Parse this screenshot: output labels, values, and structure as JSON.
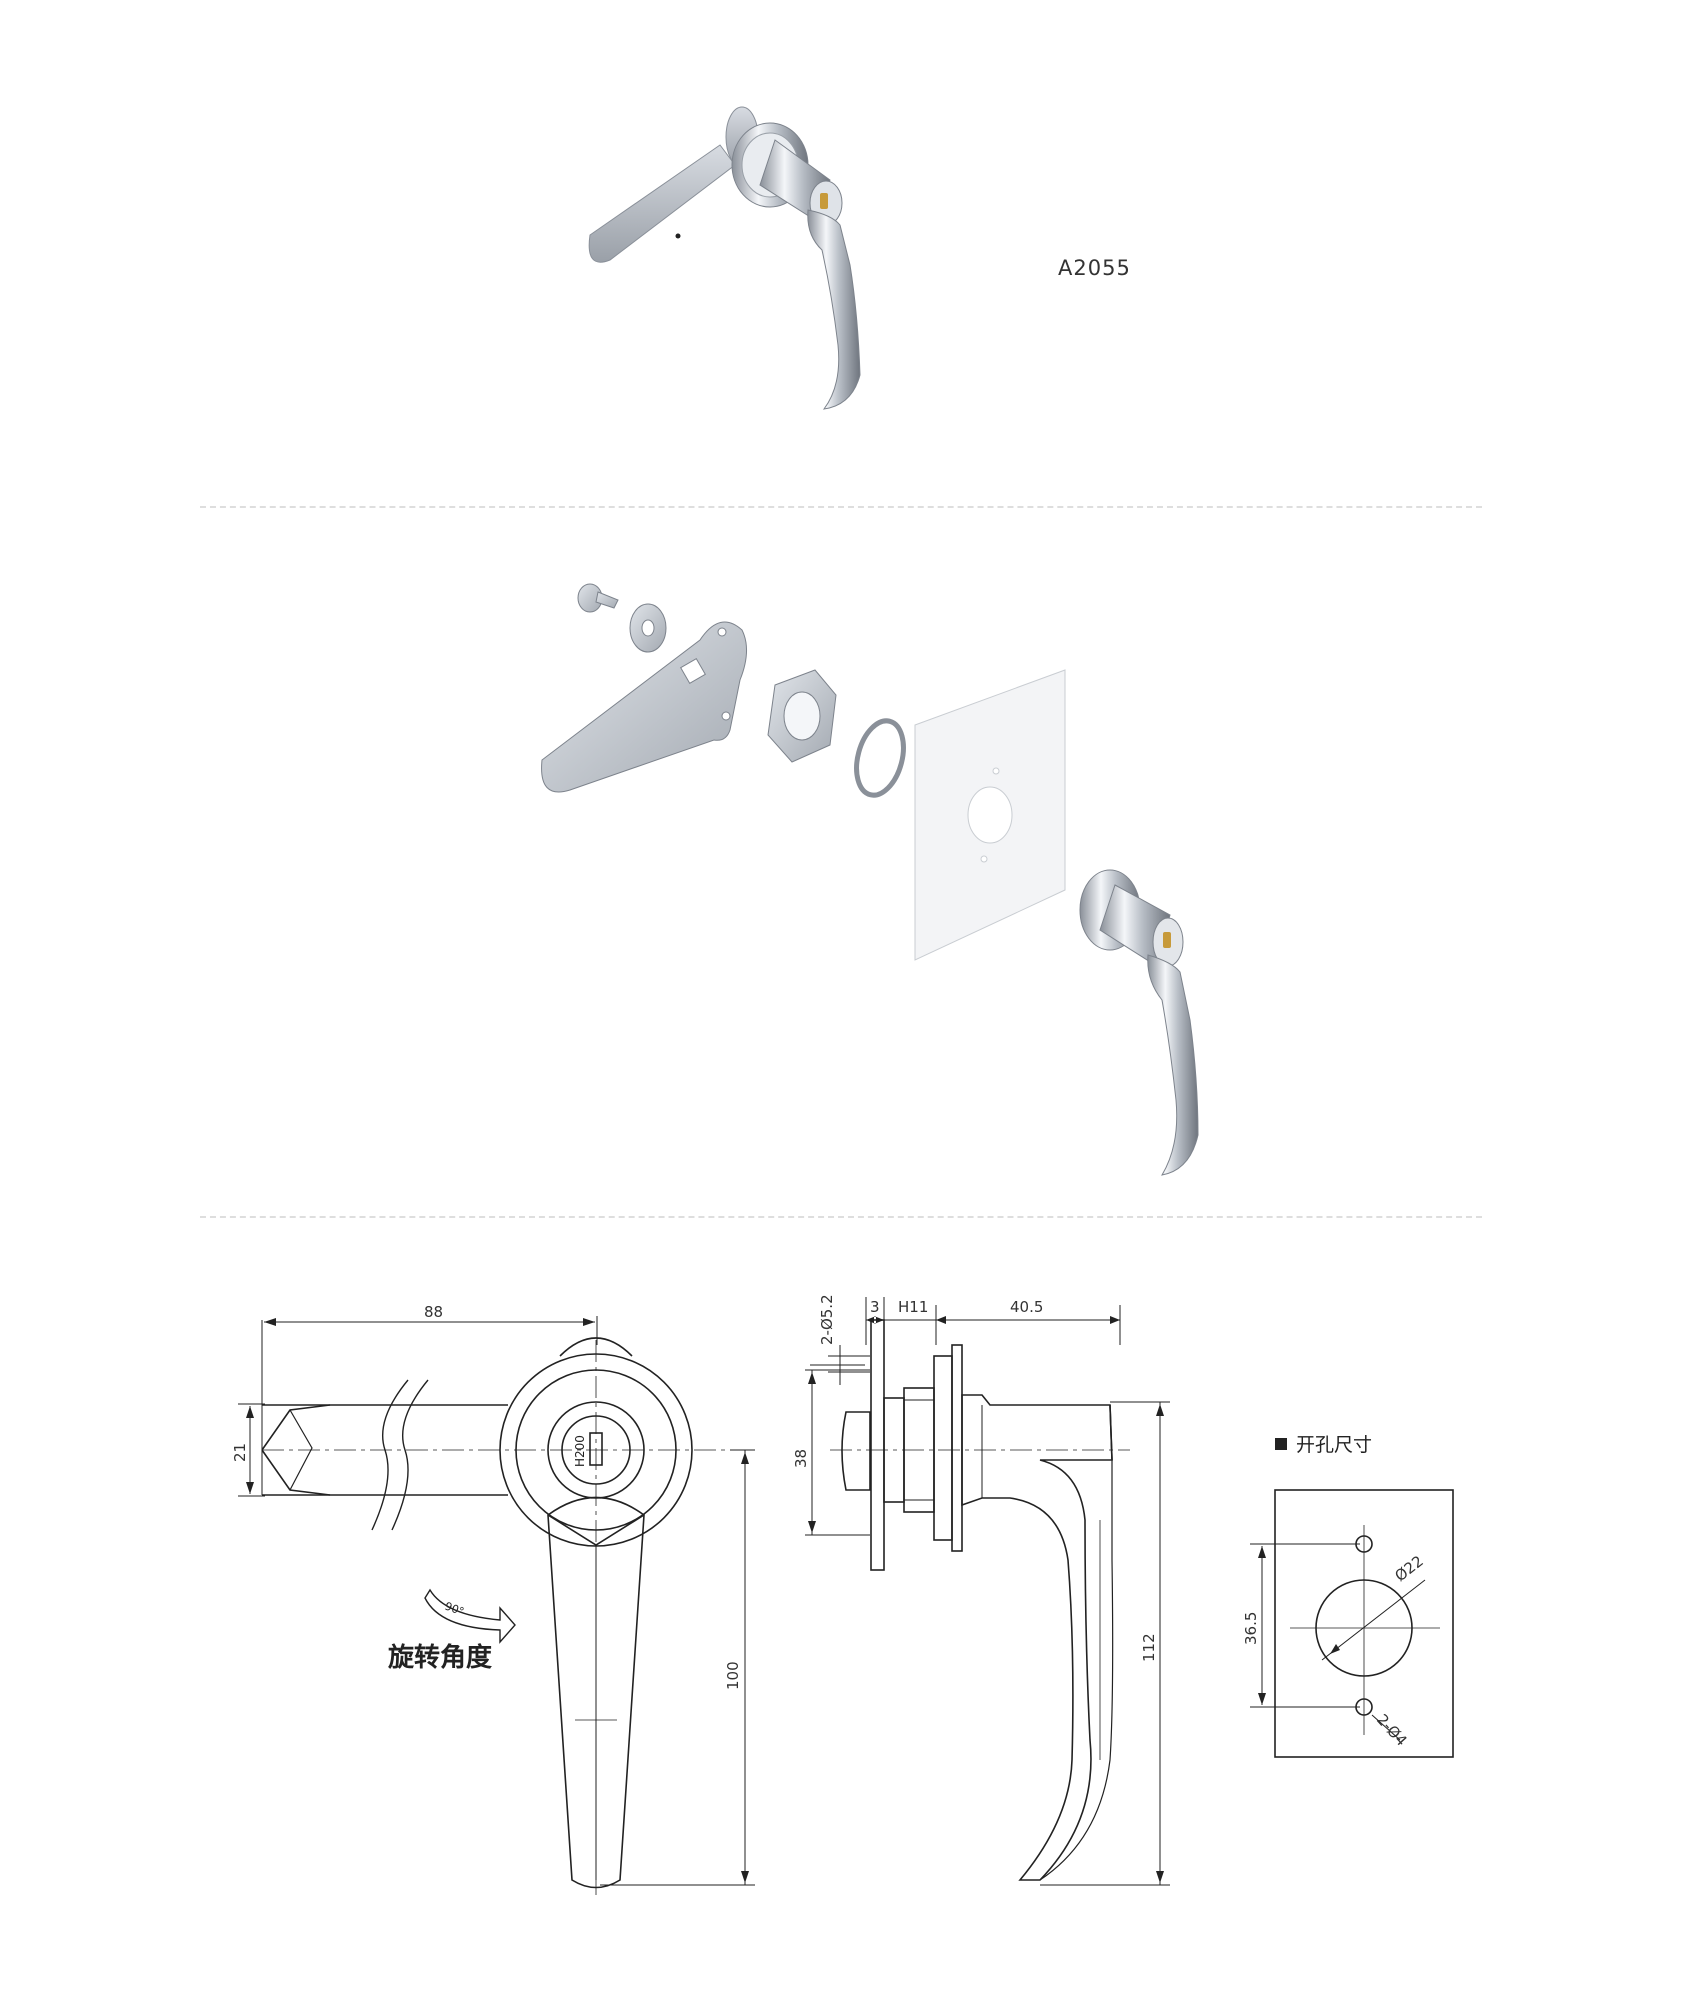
{
  "product": {
    "model": "A2055"
  },
  "drawing": {
    "front_view": {
      "width_dim": "88",
      "height_dim": "21",
      "length_dim": "100",
      "rotation_angle": "90°",
      "rotation_label": "旋转角度",
      "key_marking": "H200"
    },
    "side_view": {
      "hole_dim": "2-Ø5.2",
      "thickness_dim": "3",
      "tolerance_dim": "H11",
      "depth_dim": "40.5",
      "flange_dim": "38",
      "handle_height_dim": "112"
    },
    "cutout": {
      "title": "开孔尺寸",
      "diameter_dim": "Ø22",
      "spacing_dim": "36.5",
      "small_holes_dim": "2-Ø4"
    }
  },
  "colors": {
    "metal_light": "#f2f4f7",
    "metal_mid": "#c3c8d0",
    "metal_dark": "#7d838c",
    "line": "#222222",
    "divider": "#dedede"
  }
}
